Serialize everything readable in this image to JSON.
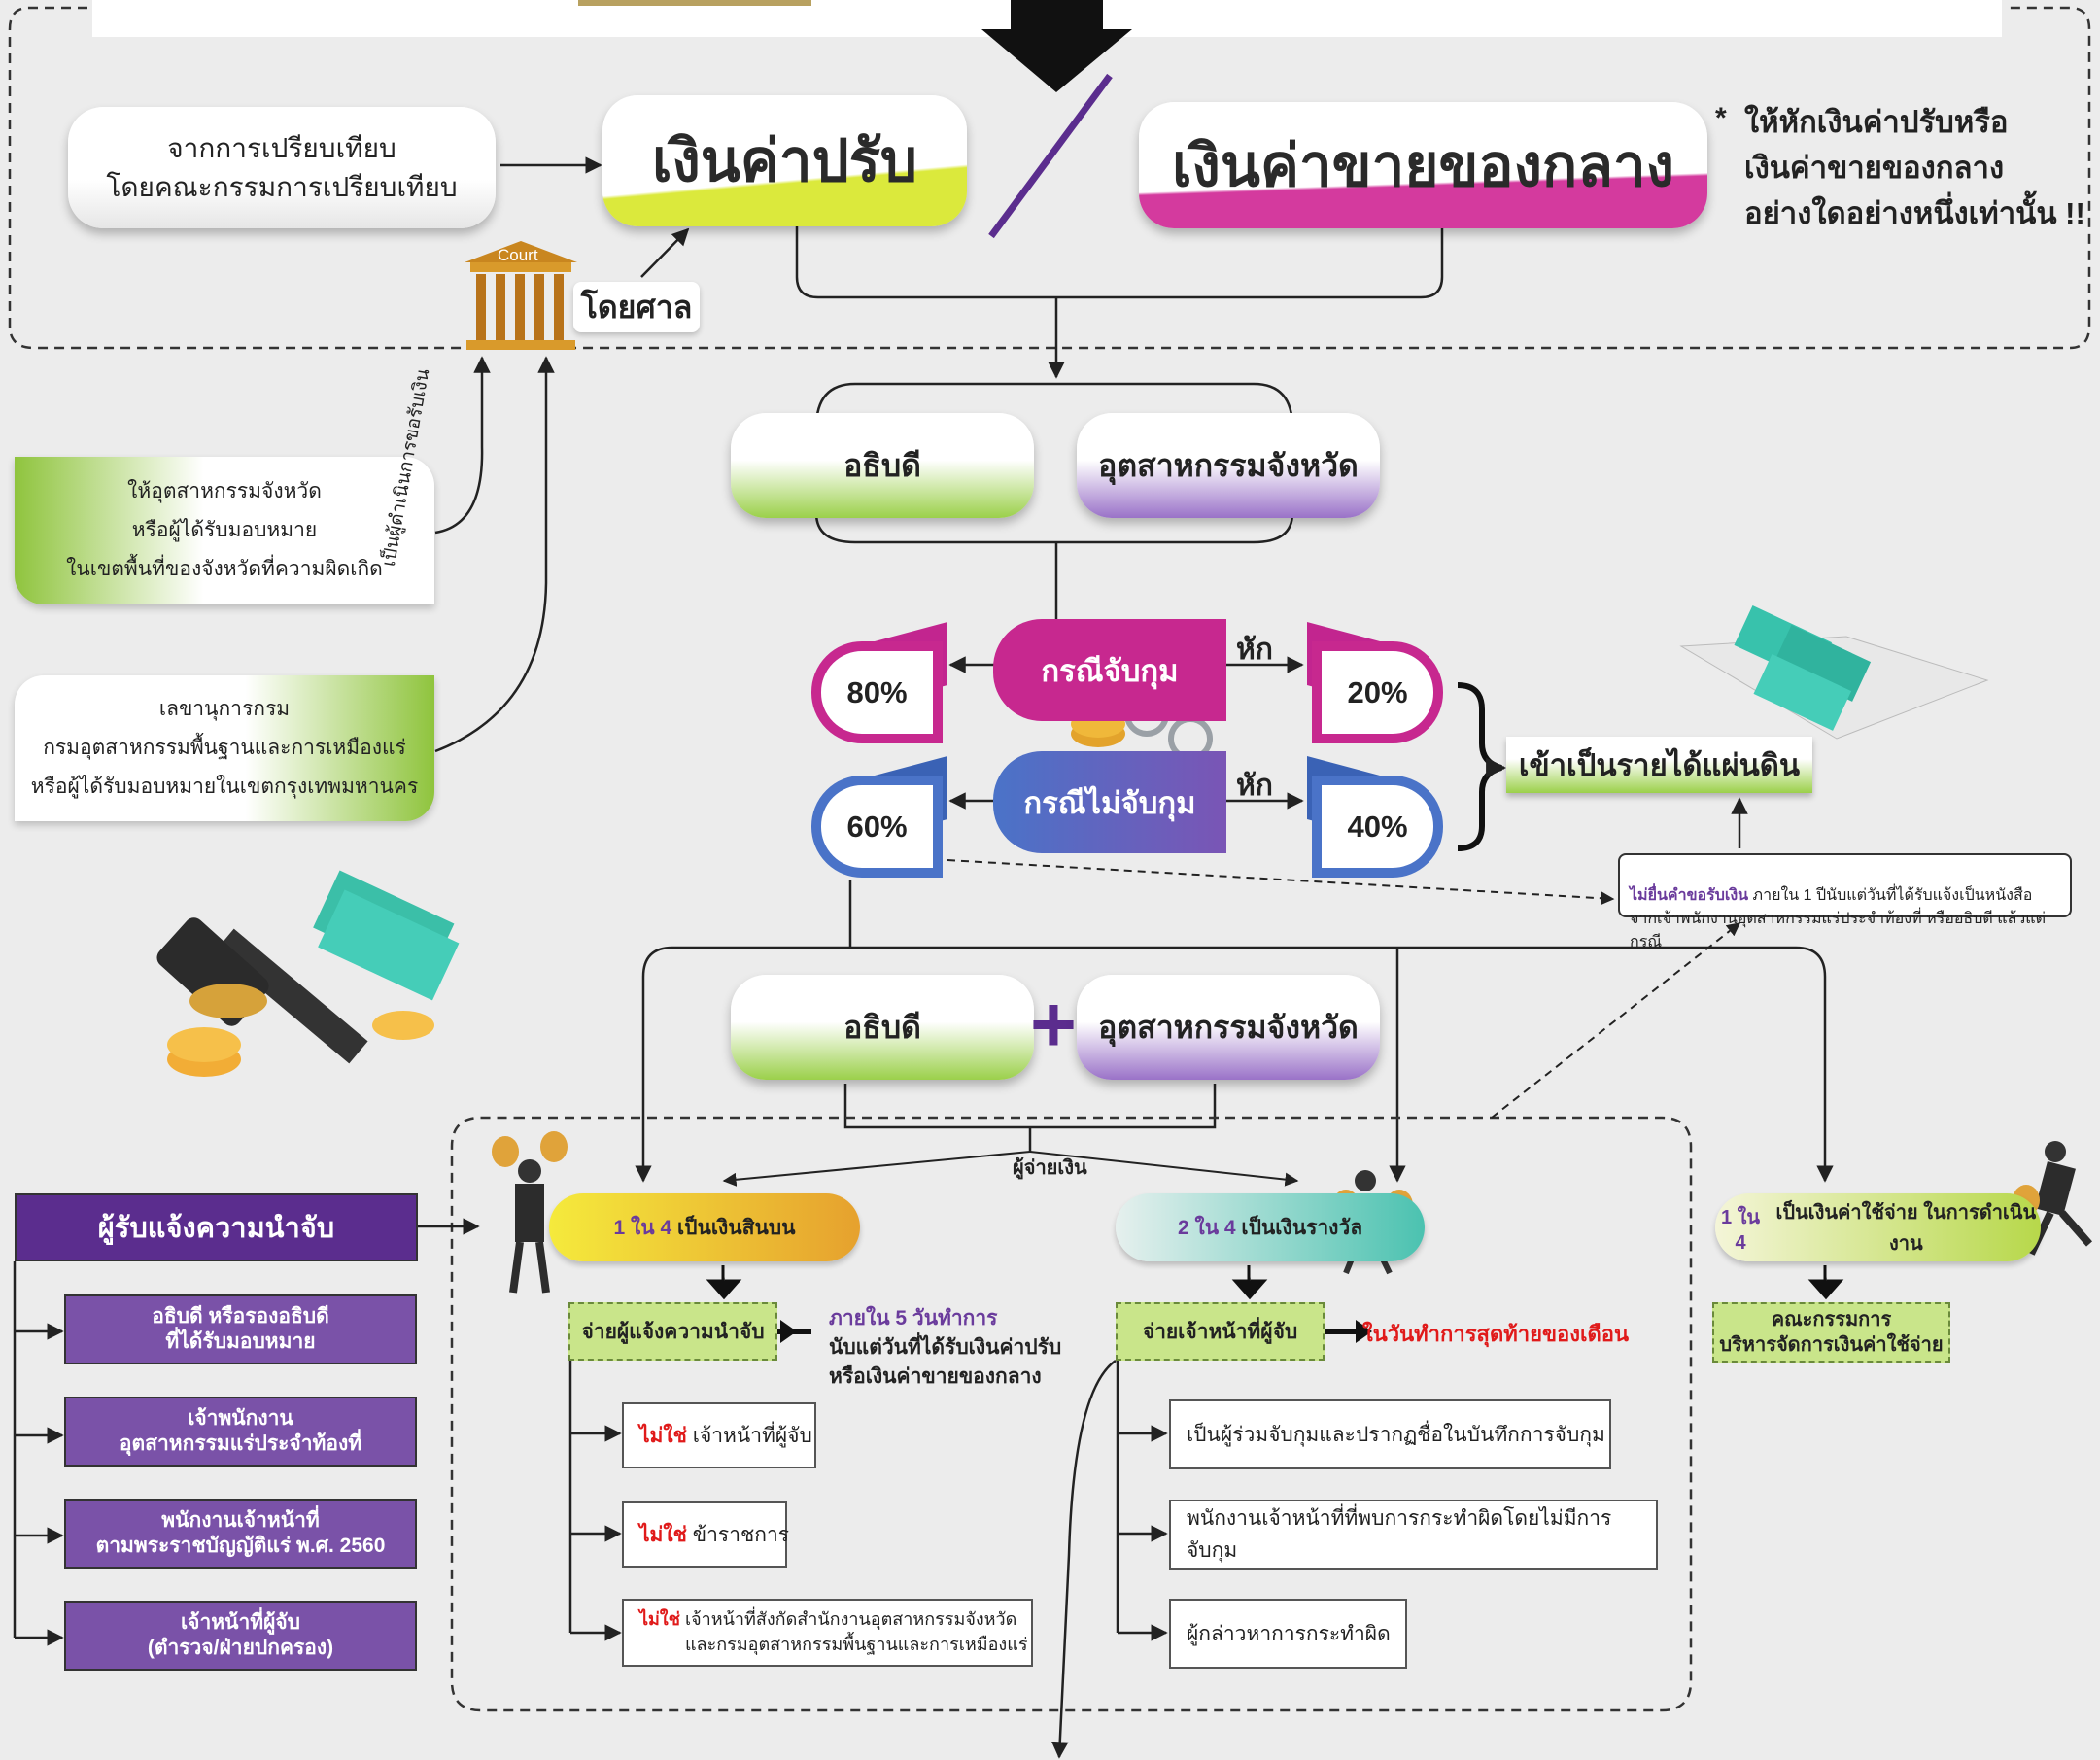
{
  "top": {
    "source_box": "จากการเปรียบเทียบ\nโดยคณะกรรมการเปรียบเทียบ",
    "fine": "เงินค่าปรับ",
    "sale": "เงินค่าขายของกลาง",
    "note": "ให้หักเงินค่าปรับหรือ\nเงินค่าขายของกลาง\nอย่างใดอย่างหนึ่งเท่านั้น !!",
    "note_star": "*",
    "court_sign": "Court",
    "court_label": "โดยศาล"
  },
  "left_requests": {
    "provincial": "ให้อุตสาหกรรมจังหวัด\nหรือผู้ได้รับมอบหมาย\nในเขตพื้นที่ของจังหวัดที่ความผิดเกิด",
    "secretary": "เลขานุการกรม\nกรมอุตสาหกรรมพื้นฐานและการเหมืองแร่\nหรือผู้ได้รับมอบหมายในเขตกรุงเทพมหานคร",
    "vertical_label": "เป็นผู้ดำเนินการขอรับเงิน"
  },
  "agencies": {
    "director": "อธิบดี",
    "provincial": "อุตสาหกรรมจังหวัด",
    "plus": "+"
  },
  "cases": {
    "arrest": "กรณีจับกุม",
    "no_arrest": "กรณีไม่จับกุม",
    "deduct": "หัก",
    "p80": "80%",
    "p20": "20%",
    "p60": "60%",
    "p40": "40%",
    "revenue": "เข้าเป็นรายได้แผ่นดิน"
  },
  "unclaimed_note": {
    "highlight": "ไม่ยื่นคำขอรับเงิน",
    "text": " ภายใน 1 ปีนับแต่วันที่ได้รับแจ้งเป็นหนังสือ\nจากเจ้าพนักงานอุตสาหกรรมแร่ประจำท้องที่ หรืออธิบดี แล้วแต่กรณี"
  },
  "payer_label": "ผู้จ่ายเงิน",
  "informant": {
    "header": "ผู้รับแจ้งความนำจับ",
    "items": [
      "อธิบดี หรือรองอธิบดี\nที่ได้รับมอบหมาย",
      "เจ้าพนักงาน\nอุตสาหกรรมแร่ประจำท้องที่",
      "พนักงานเจ้าหน้าที่\nตามพระราชบัญญัติแร่ พ.ศ. 2560",
      "เจ้าหน้าที่ผู้จับ\n(ตำรวจ/ฝ่ายปกครอง)"
    ]
  },
  "bribe": {
    "share": "1 ใน 4",
    "label": "เป็นเงินสินบน",
    "pay": "จ่ายผู้แจ้งความนำจับ",
    "deadline_hl": "ภายใน 5 วันทำการ",
    "deadline": "นับแต่วันที่ได้รับเงินค่าปรับ\nหรือเงินค่าขายของกลาง",
    "not": "ไม่ใช่",
    "exclusions": [
      "เจ้าหน้าที่ผู้จับ",
      "ข้าราชการ",
      "เจ้าหน้าที่สังกัดสำนักงานอุตสาหกรรมจังหวัด\nและกรมอุตสาหกรรมพื้นฐานและการเหมืองแร่"
    ]
  },
  "reward": {
    "share": "2 ใน 4",
    "label": "เป็นเงินรางวัล",
    "pay": "จ่ายเจ้าหน้าที่ผู้จับ",
    "deadline": "ในวันทำการสุดท้ายของเดือน",
    "items": [
      "เป็นผู้ร่วมจับกุมและปรากฏชื่อในบันทึกการจับกุม",
      "พนักงานเจ้าหน้าที่ที่พบการกระทำผิดโดยไม่มีการจับกุม",
      "ผู้กล่าวหาการกระทำผิด"
    ]
  },
  "expense": {
    "share": "1 ใน 4",
    "label": "เป็นเงินค่าใช้จ่าย ในการดำเนินงาน",
    "committee": "คณะกรรมการ\nบริหารจัดการเงินค่าใช้จ่าย"
  }
}
